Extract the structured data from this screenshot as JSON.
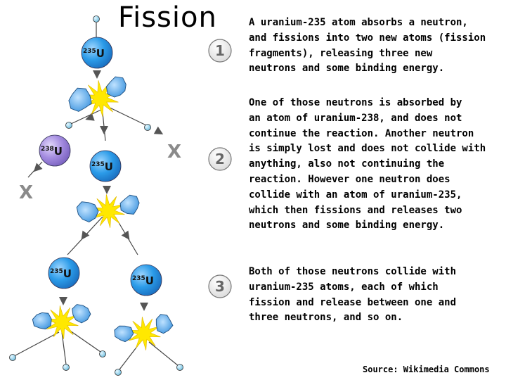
{
  "title": "Fission",
  "labels": {
    "u235": "235",
    "u238": "238",
    "element": "U",
    "lost_mark": "X"
  },
  "steps": [
    {
      "number": "1",
      "text": "A uranium-235 atom absorbs a neutron,\nand fissions into two new atoms (fission\nfragments), releasing three new\nneutrons and some binding energy."
    },
    {
      "number": "2",
      "text": "One of those neutrons is absorbed by\nan atom of uranium-238, and does not\ncontinue the reaction. Another neutron\nis simply lost and does not collide with\nanything, also not continuing the\nreaction. However one neutron does\ncollide with an atom of uranium-235,\nwhich then fissions and releases two\nneutrons and some binding energy."
    },
    {
      "number": "3",
      "text": "Both of those neutrons collide with\nuranium-235 atoms, each of which\nfission and release between one and\nthree neutrons, and so on."
    }
  ],
  "source": "Source: Wikimedia Commons",
  "colors": {
    "u235": "#2b9be8",
    "u238": "#a48ce0",
    "neutron": "#8fd0ea",
    "fragment": "#4aa7e6",
    "burst": "#ffe800",
    "arrow": "#555555",
    "mark": "#8a8a8a"
  }
}
